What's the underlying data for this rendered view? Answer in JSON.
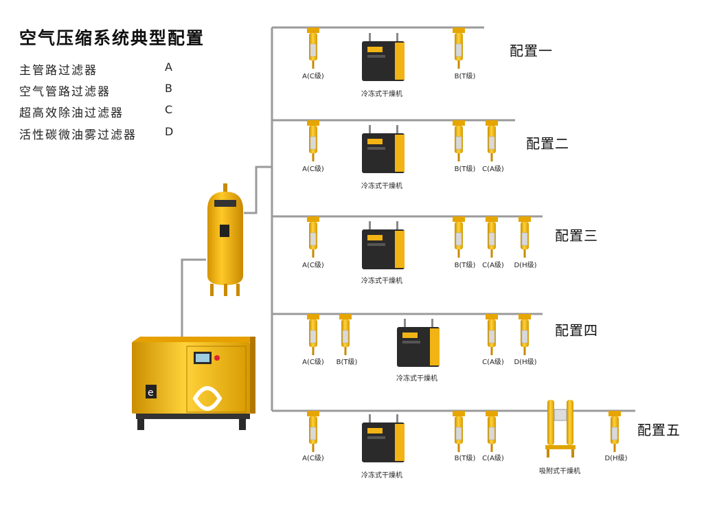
{
  "title": "空气压缩系统典型配置",
  "legend": [
    {
      "name": "主管路过滤器",
      "code": "A"
    },
    {
      "name": "空气管路过滤器",
      "code": "B"
    },
    {
      "name": "超高效除油过滤器",
      "code": "C"
    },
    {
      "name": "活性碳微油雾过滤器",
      "code": "D"
    }
  ],
  "configs": [
    {
      "name": "配置一",
      "filters": [
        "A(C级)",
        "B(T级)"
      ],
      "dryer": "冷冻式干燥机"
    },
    {
      "name": "配置二",
      "filters": [
        "A(C级)",
        "B(T级)",
        "C(A级)"
      ],
      "dryer": "冷冻式干燥机"
    },
    {
      "name": "配置三",
      "filters": [
        "A(C级)",
        "B(T级)",
        "C(A级)",
        "D(H级)"
      ],
      "dryer": "冷冻式干燥机"
    },
    {
      "name": "配置四",
      "filters": [
        "A(C级)",
        "B(T级)",
        "C(A级)",
        "D(H级)"
      ],
      "dryer": "冷冻式干燥机"
    },
    {
      "name": "配置五",
      "filters": [
        "A(C级)",
        "B(T级)",
        "C(A级)",
        "D(H级)"
      ],
      "dryer": "冷冻式干燥机",
      "dryer2": "吸附式干燥机"
    }
  ],
  "colors": {
    "yellow": "#f2b315",
    "pipe": "#9a9a9a",
    "dark": "#2a2a2a"
  }
}
